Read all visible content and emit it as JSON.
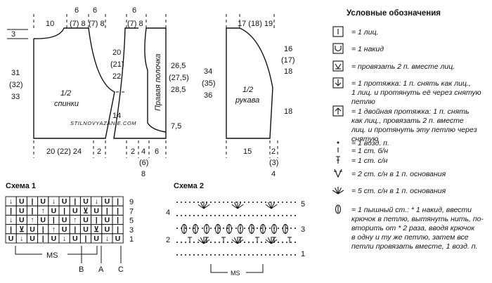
{
  "legend": {
    "title": "Условные обозначения",
    "items": [
      [
        "= 1 лиц."
      ],
      [
        "= 1 накид"
      ],
      [
        "= провязать 2 п. вместе лиц."
      ],
      [
        "= 1 протяжка: 1 п. снять как лиц.,",
        "1 лиц. и протянуть её через снятую",
        "петлю"
      ],
      [
        "= 1 двойная протяжка: 1 п. снять",
        "как лиц., провязать 2 п. вместе",
        "лиц. и протянуть эту петлю через",
        "снятую"
      ],
      [
        "= 1 возд. п."
      ],
      [
        "= 1 ст. б/н"
      ],
      [
        "= 1 ст. с/н"
      ],
      [
        "= 2 ст. с/н в 1 п. основания"
      ],
      [
        "= 5 ст. с/н в 1 п. основания"
      ],
      [
        "= 1 пышный ст.: * 1 накид, ввести",
        "крючок в петлю, вытянуть нить, по-",
        "вторить от * 2 раза, вводя крючок",
        "в одну и ту же петлю, затем все",
        "петли провязать вместе, 1 возд. п."
      ]
    ]
  },
  "back": {
    "label": [
      "1/2",
      "спинки"
    ],
    "top_width": "10",
    "shoulder1": [
      "6",
      "(7) 8"
    ],
    "shoulder2": [
      "6",
      "(7) 8"
    ],
    "left_offset": "3",
    "height": [
      "31",
      "(32)",
      "33"
    ],
    "armhole": [
      "20",
      "(21)",
      "22"
    ],
    "waist": "14",
    "bottom": "20 (22) 24",
    "bottom_small": "2"
  },
  "front": {
    "label": "Правая полочка",
    "shoulder1": [
      "6",
      "(7) 8"
    ],
    "height": [
      "26,5",
      "(27,5)",
      "28,5"
    ],
    "lower": "7,5",
    "bottom": [
      "2",
      "4",
      "(6)",
      "8",
      "6"
    ]
  },
  "sleeve": {
    "label": [
      "1/2",
      "рукава"
    ],
    "top": "17 (18) 19",
    "cap": [
      "16",
      "(17)",
      "18"
    ],
    "height": [
      "34",
      "(35)",
      "36"
    ],
    "lower": "18",
    "bottom": "15",
    "bottom_small": [
      "2",
      "(3)",
      "4"
    ]
  },
  "watermark": "STILNOVYAZANIE.COM",
  "scheme1": {
    "title": "Схема 1",
    "rows": [
      "9",
      "7",
      "5",
      "3",
      "1"
    ],
    "grid": [
      [
        "↓",
        "U",
        "|",
        "U",
        "↓",
        "U",
        "|",
        "U",
        "↓",
        "U",
        "|"
      ],
      [
        "|",
        "U",
        "|",
        "↑",
        "U",
        "|",
        "U",
        "⊻",
        "U",
        "|",
        "|"
      ],
      [
        "↓",
        "U",
        "↑",
        "U",
        "|",
        "U",
        "↑",
        "U",
        "|",
        "U",
        "|"
      ],
      [
        "|",
        "⊻",
        "U",
        "|",
        "↑",
        "U",
        "|",
        "U",
        "⊻",
        "U",
        "|"
      ],
      [
        "U",
        "↓",
        "U",
        "|",
        "U",
        "↓",
        "U",
        "|",
        "U",
        "↓",
        "U"
      ]
    ],
    "ms": "MS",
    "markers": [
      "B",
      "A",
      "C"
    ]
  },
  "scheme2": {
    "title": "Схема 2",
    "left_rows": [
      "4",
      "2"
    ],
    "right_rows": [
      "5",
      "3",
      "1"
    ],
    "ms": "MS"
  }
}
